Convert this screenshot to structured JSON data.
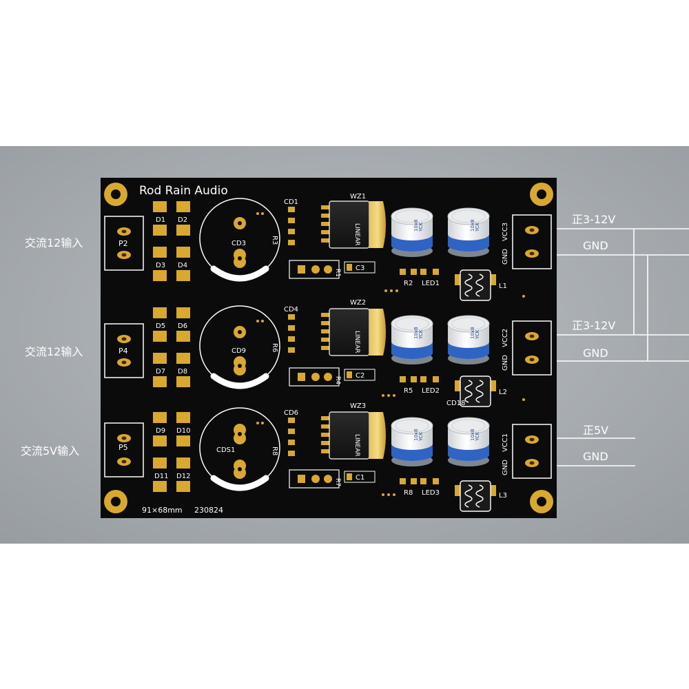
{
  "board": {
    "brand": "Rod Rain Audio",
    "size_label": "91×68mm",
    "date_code": "230824",
    "colors": {
      "pcb": "#0b0b0b",
      "pad": "#d9a830",
      "silk": "#ffffff",
      "backdrop": "#a9aeb3",
      "cap_blue": "#2f63c4"
    }
  },
  "left_labels": {
    "ac_in_1": "交流12输入",
    "ac_in_2": "交流12输入",
    "ac_in_3": "交流5V输入"
  },
  "right_labels": {
    "pos_1": "正3-12V",
    "gnd_1": "GND",
    "pos_2": "正3-12V",
    "gnd_2": "GND",
    "pos_3": "正5V",
    "gnd_3": "GND"
  },
  "connectors": {
    "p2": "P2",
    "p4": "P4",
    "p5": "P5",
    "vcc3": "VCC3",
    "vcc2": "VCC2",
    "vcc1": "VCC1",
    "gnd": "GND"
  },
  "diodes": [
    "D1",
    "D2",
    "D3",
    "D4",
    "D5",
    "D6",
    "D7",
    "D8",
    "D9",
    "D10",
    "D11",
    "D12"
  ],
  "bulk_caps": {
    "cd3": "CD3",
    "cd9": "CD9",
    "cd91": "CDS1"
  },
  "resistors": {
    "r3": "R3",
    "r6": "R6",
    "r8": "R8",
    "r1": "R1",
    "r4": "R4",
    "r7": "R7",
    "r2": "R2",
    "r5": "R5",
    "r8b": "R8"
  },
  "regulators": {
    "wz1": "WZ1",
    "wz2": "WZ2",
    "wz3": "WZ3",
    "logo": "LINEAR"
  },
  "small_caps": {
    "cd1": "CD1",
    "cd4": "CD4",
    "cd6": "CD6",
    "c3": "C3",
    "c2": "C2",
    "c1": "C1",
    "cd18": "CD18"
  },
  "leds": {
    "led1": "LED1",
    "led2": "LED2",
    "led3": "LED3"
  },
  "inductors": {
    "l1": "L1",
    "l2": "L2",
    "l3": "L3"
  },
  "cap_marking": {
    "size": "10x8",
    "brand": "YCK"
  }
}
